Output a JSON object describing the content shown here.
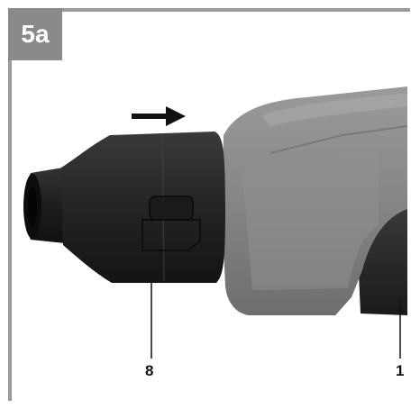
{
  "figure": {
    "label": "5a"
  },
  "callouts": {
    "chuck": "8",
    "housing": "1"
  },
  "colors": {
    "frame": "#9a9a9a",
    "badge": "#8a8a8a",
    "chuck_dark": "#2b2b2b",
    "housing_grey": "#8c8c8c"
  },
  "icons": {
    "direction": "arrow-right-icon"
  }
}
